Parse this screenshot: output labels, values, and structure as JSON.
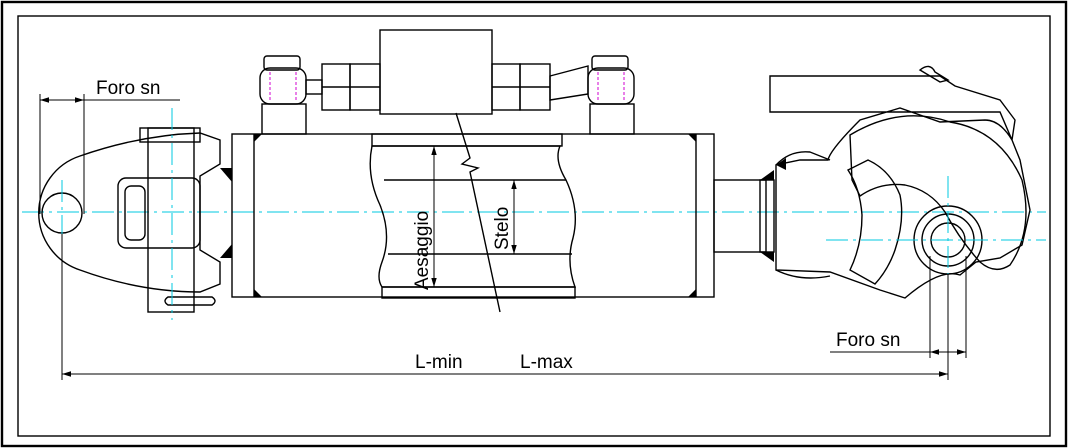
{
  "labels": {
    "hole_left": "Foro sn",
    "hole_right": "Foro sn",
    "bore": "Aesaggio",
    "rod": "Stelo",
    "length_min": "L-min",
    "length_max": "L-max"
  },
  "colors": {
    "hatch": "#d80000",
    "centerline": "#00c8e0",
    "fitting_mark": "#d000d0",
    "ink": "#000000"
  }
}
